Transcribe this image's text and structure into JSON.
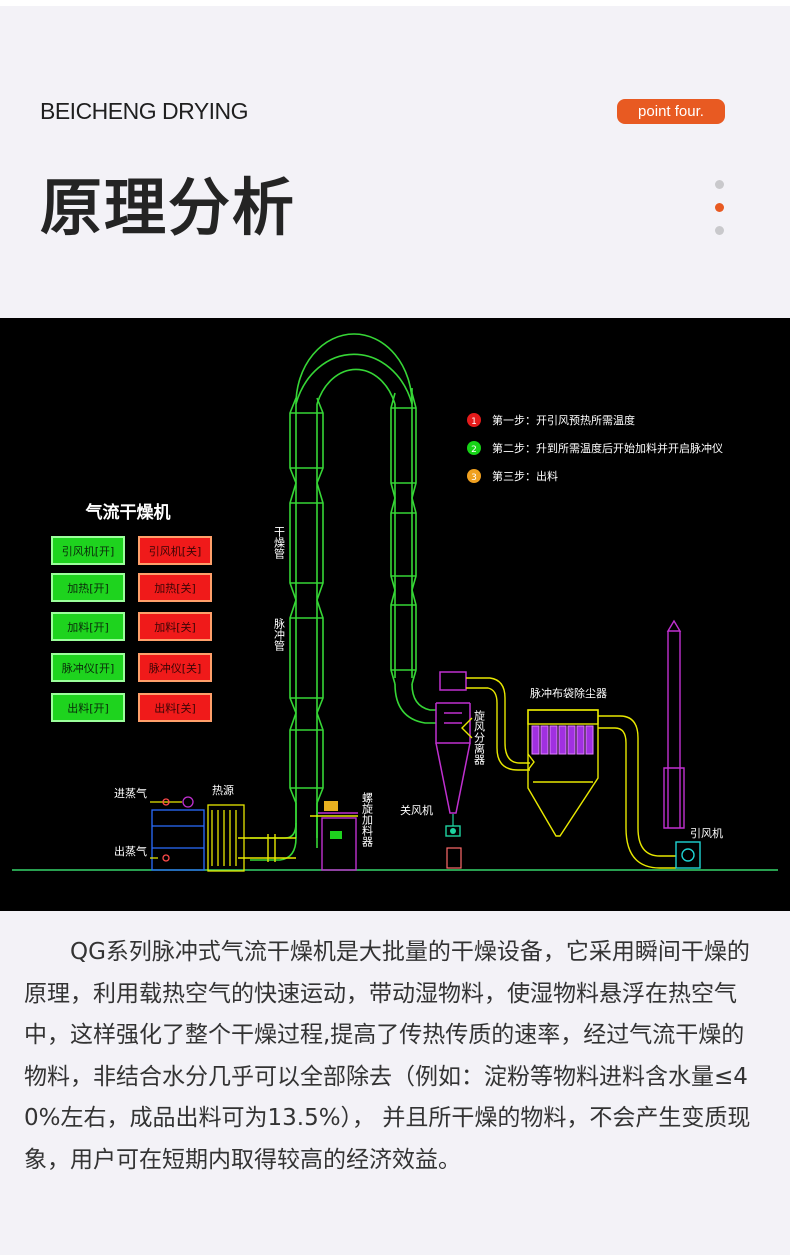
{
  "header": {
    "brand": "BEICHENG DRYING",
    "badge": "point four.",
    "title": "原理分析",
    "accent_color": "#e85a22",
    "pager": {
      "count": 3,
      "active_index": 1
    }
  },
  "diagram": {
    "title": "气流干燥机",
    "buttons": [
      {
        "on": "引风机[开]",
        "off": "引风机[关]"
      },
      {
        "on": "加热[开]",
        "off": "加热[关]"
      },
      {
        "on": "加料[开]",
        "off": "加料[关]"
      },
      {
        "on": "脉冲仪[开]",
        "off": "脉冲仪[关]"
      },
      {
        "on": "出料[开]",
        "off": "出料[关]"
      }
    ],
    "steps": [
      {
        "num": "1",
        "text": "第一步：开引风预热所需温度",
        "color": "#e41b1b"
      },
      {
        "num": "2",
        "text": "第二步：升到所需温度后开始加料并开启脉冲仪",
        "color": "#16d216"
      },
      {
        "num": "3",
        "text": "第三步：出料",
        "color": "#f0a020"
      }
    ],
    "labels": {
      "drying_tube": "干燥管",
      "pulse_tube": "脉冲管",
      "cyclone": "旋风分离器",
      "bag_filter": "脉冲布袋除尘器",
      "fan": "引风机",
      "air_lock": "关风机",
      "screw_feeder": "螺旋加料器",
      "heat_source": "热源",
      "steam_in": "进蒸气",
      "steam_out": "出蒸气"
    }
  },
  "description": {
    "paragraph": "QG系列脉冲式气流干燥机是大批量的干燥设备，它采用瞬间干燥的原理，利用载热空气的快速运动，带动湿物料，使湿物料悬浮在热空气中，这样强化了整个干燥过程,提高了传热传质的速率，经过气流干燥的物料，非结合水分几乎可以全部除去（例如：淀粉等物料进料含水量≤40%左右，成品出料可为13.5%）， 并且所干燥的物料，不会产生变质现象，用户可在短期内取得较高的经济效益。"
  }
}
